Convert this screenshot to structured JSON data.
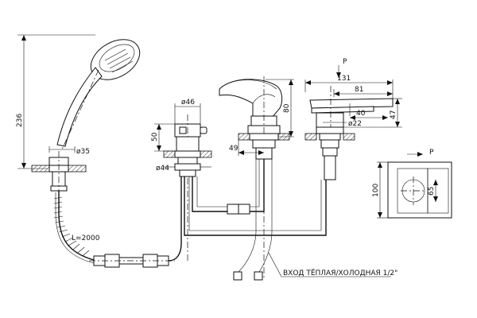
{
  "drawing": {
    "shower": {
      "height": "236",
      "diameter": "ø35",
      "hose_length": "L=2000"
    },
    "diverter": {
      "diameter_top": "ø46",
      "height": "50",
      "diameter_base": "ø44"
    },
    "mixer": {
      "offset": "49",
      "height": "80"
    },
    "spout": {
      "length_total": "131",
      "length_upper": "81",
      "length_lower": "40",
      "diameter": "ø22",
      "height": "47"
    },
    "flow_marks": {
      "top": "P",
      "side": "P"
    },
    "plate": {
      "height": "100",
      "diameter": "65"
    },
    "inlet_label": "ВХОД ТЁПЛАЯ/ХОЛОДНАЯ 1/2\""
  }
}
